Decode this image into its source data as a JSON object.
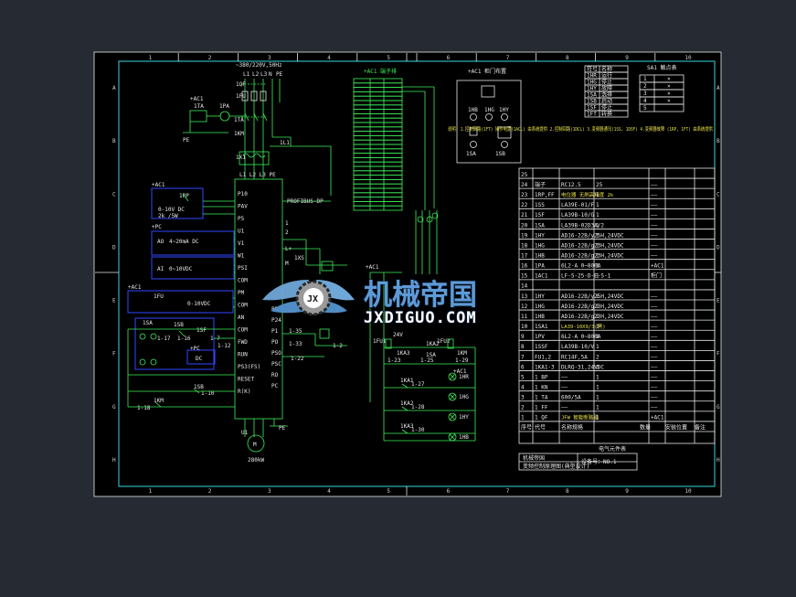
{
  "colors": {
    "background": "#252a33",
    "sheet": "#000000",
    "frame": "#37d7e0",
    "wire": "#3cf05a",
    "text": "#e8e8e8",
    "box": "#3048ff",
    "note": "#e6e04a",
    "red": "#ff3030"
  },
  "grid": {
    "columns": [
      "1",
      "2",
      "3",
      "4",
      "5",
      "6",
      "7",
      "8",
      "9",
      "10"
    ],
    "rows": [
      "A",
      "B",
      "C",
      "D",
      "E",
      "F",
      "G",
      "H"
    ]
  },
  "supply": {
    "voltage": "~380/220V,50Hz",
    "l1": "L1",
    "l2": "L2",
    "l3": "L3",
    "n": "N",
    "pe": "PE"
  },
  "panel_labels": {
    "ac1_top": "+AC1",
    "terminal_label": "+AC1 端子排",
    "door_label": "+AC1 柜门布置",
    "ac1_left": "+AC1",
    "pc": "+PC",
    "ac1_mid": "+AC1",
    "pc2": "+PC",
    "ac1_right": "+AC1",
    "ac1_bottom": "+AC1"
  },
  "devices": {
    "qf": "1QF",
    "ta1": "1TA",
    "ta": "1TA",
    "fu": "1FU",
    "km": "1KM",
    "l1": "1L1",
    "pe": "PE",
    "mcb": "1QF",
    "x1": "1X1",
    "u1": "U1",
    "fan_motor": "M",
    "motor_spec": "280kW",
    "profibus": "PROFIBUS-DP",
    "bus_connector": "1XS",
    "fu24": "1FU1",
    "fu2": "1FU2",
    "km2": "1KM",
    "dc24": "24V",
    "sa": "1SA",
    "ka1": "1KA1",
    "ka2": "1KA2",
    "ka3": "1KA3"
  },
  "vfd_terminals": [
    "P10",
    "PAV",
    "P5",
    "U1",
    "V1",
    "W1",
    "PSI",
    "COM",
    "PM",
    "COM",
    "AN",
    "COM",
    "FWD",
    "RUN",
    "PS3(FS)",
    "RESET",
    "R(K)",
    "PE",
    "P24",
    "P1",
    "PO",
    "PSO",
    "PSC",
    "RO",
    "PC"
  ],
  "left_inputs": {
    "rp": "1RP",
    "pot": "0-10V\nDC",
    "ai1": "4~20mA DC",
    "ai2": "0~10VDC",
    "fu": "1FU",
    "pt": "0-10VDC",
    "hv": "1SA",
    "sb1": "1SB",
    "sf": "1SF",
    "km": "1KM",
    "sb": "1SB",
    "dc": "DC",
    "pc3": "+PC",
    "sa": "1SA"
  },
  "lamps": [
    "1HR",
    "1HG",
    "1HY",
    "1HB"
  ],
  "note_line": "说明: 1.控制回路(1FT) 操作电源(1ACL) 由系统提供 2.控制回路(1DCL) 3.变频器通讯(1SS, 1DSF) 4.变频器故障 (1RP, 1FT) 由系统提供",
  "top_table": {
    "headers": [
      "符号",
      "名称"
    ],
    "rows": [
      [
        "1HR",
        "运行"
      ],
      [
        "1HG",
        "停止"
      ],
      [
        "1HY",
        "故障"
      ],
      [
        "1SA",
        "选择"
      ],
      [
        "1SB",
        "启动"
      ],
      [
        "1SF",
        "停止"
      ],
      [
        "1FT",
        "转换"
      ]
    ]
  },
  "mini_table": {
    "title": "SA1 触点表",
    "rows": [
      [
        "1",
        "×"
      ],
      [
        "2",
        "×"
      ],
      [
        "3",
        "×"
      ],
      [
        "4",
        "×"
      ],
      [
        "5",
        ""
      ]
    ]
  },
  "bom": {
    "rows": [
      [
        "25",
        "",
        "",
        "",
        "",
        ""
      ],
      [
        "24",
        "端子",
        "RC12.5",
        "25",
        "——",
        ""
      ],
      [
        "23",
        "1RP,FF",
        "电位器 无刷高精度 2k",
        "1",
        "——",
        ""
      ],
      [
        "22",
        "1SS",
        "LA39E-01/F",
        "1",
        "——",
        ""
      ],
      [
        "21",
        "1SF",
        "LA39B-10/G",
        "1",
        "——",
        ""
      ],
      [
        "20",
        "1SA",
        "LA39B-02D3A/2",
        "1",
        "——",
        ""
      ],
      [
        "19",
        "1HY",
        "AD16-22B/y25H,24VDC",
        "1",
        "——",
        ""
      ],
      [
        "18",
        "1HG",
        "AD16-22B/g23H,24VDC",
        "1",
        "——",
        ""
      ],
      [
        "17",
        "1HB",
        "AD16-22B/g23H,24VDC",
        "1",
        "——",
        ""
      ],
      [
        "16",
        "1PA",
        "6L2-A 0~800A",
        "1",
        "+AC1",
        ""
      ],
      [
        "15",
        "1AC1",
        "LF-S-25-D-E-S-1",
        "1",
        "柜门",
        ""
      ],
      [
        "14",
        "",
        "",
        "",
        "",
        ""
      ],
      [
        "13",
        "1HY",
        "AD16-22B/y25H,24VDC",
        "1",
        "——",
        ""
      ],
      [
        "12",
        "1HG",
        "AD16-22B/g23H,24VDC",
        "1",
        "——",
        ""
      ],
      [
        "11",
        "1HB",
        "AD16-22B/g23H,24VDC",
        "1",
        "——",
        ""
      ],
      [
        "10",
        "1SA1",
        "LA39-10X9/3(黑)",
        "1",
        "——",
        ""
      ],
      [
        "9",
        "1PV",
        "6L2-A 0~800A",
        "1",
        "——",
        ""
      ],
      [
        "8",
        "1SSF",
        "LA39B-10/V",
        "1",
        "——",
        ""
      ],
      [
        "7",
        "FU1,2",
        "RC14F,5A",
        "2",
        "——",
        ""
      ],
      [
        "6",
        "1KA1-3",
        "DLRQ-31,24VDC",
        "3",
        "——",
        ""
      ],
      [
        "5",
        "1 BP",
        "——",
        "1",
        "——",
        ""
      ],
      [
        "4",
        "1 KN",
        "——",
        "1",
        "——",
        ""
      ],
      [
        "3",
        "1 TA",
        "600/5A",
        "1",
        "——",
        ""
      ],
      [
        "2",
        "1 FF",
        "——",
        "1",
        "——",
        ""
      ],
      [
        "1",
        "1 QF",
        "JFW 智能断路器",
        "1",
        "+AC1",
        ""
      ]
    ],
    "footer": [
      "序号",
      "代号",
      "名称规格",
      "数量",
      "安装位置",
      "备注"
    ],
    "subtitle": "电气元件表"
  },
  "title_block": {
    "company": "机械帝国",
    "drawing": "变频器控制原理图",
    "sheet": "设备号：NO.1",
    "drawing_no": "变频控制原理图(典型设计)"
  },
  "watermark": {
    "cn": "机械帝国",
    "en": "JXDIGUO.COM",
    "emblem": "JX"
  }
}
